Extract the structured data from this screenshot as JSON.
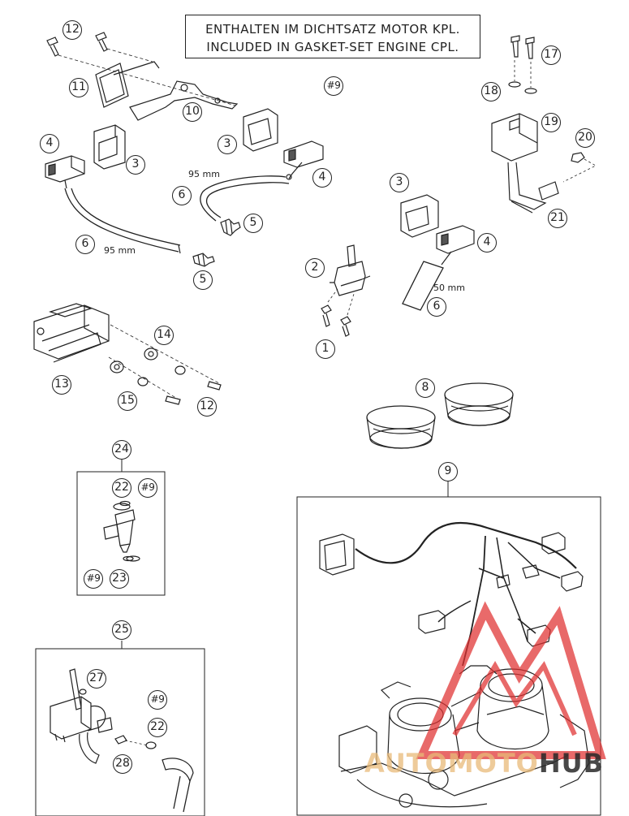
{
  "note": {
    "line1": "ENTHALTEN IM DICHTSATZ MOTOR KPL.",
    "line2": "INCLUDED IN GASKET-SET ENGINE CPL."
  },
  "callouts": {
    "c12a": "12",
    "c11": "11",
    "c10": "10",
    "c9ref_top": "#9",
    "c17": "17",
    "c18": "18",
    "c19": "19",
    "c20": "20",
    "c21": "21",
    "c4a": "4",
    "c3a": "3",
    "c3b": "3",
    "c4b": "4",
    "c6a": "6",
    "c5a": "5",
    "c3c": "3",
    "c4c": "4",
    "c6b": "6",
    "c5b": "5",
    "c2": "2",
    "c6c": "6",
    "c1": "1",
    "c14": "14",
    "c13": "13",
    "c15": "15",
    "c12b": "12",
    "c8": "8",
    "c9": "9",
    "c24": "24",
    "c22a": "22",
    "c9ref_a": "#9",
    "c9ref_b": "#9",
    "c23": "23",
    "c25": "25",
    "c27": "27",
    "c9ref_c": "#9",
    "c22b": "22",
    "c28": "28"
  },
  "dimensions": {
    "d95a": "95 mm",
    "d95b": "95 mm",
    "d50": "50 mm"
  },
  "watermark": {
    "part1": "AUTOMOTO",
    "part2": "HUB",
    "color_main": "#e8b978",
    "color_hub": "#282828",
    "logo_color": "#e03030"
  }
}
